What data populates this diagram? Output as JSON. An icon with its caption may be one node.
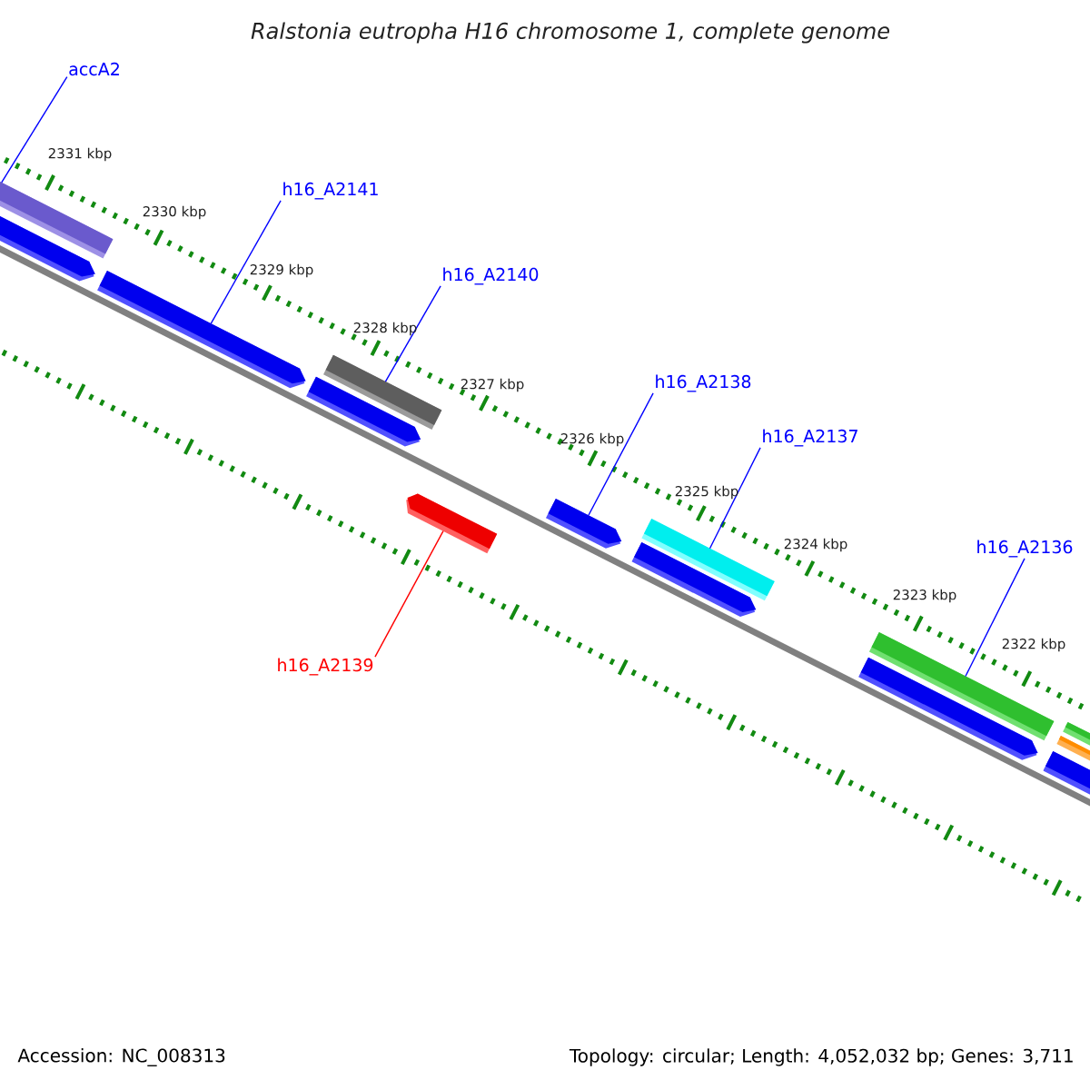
{
  "diagram": {
    "title": "Ralstonia eutropha H16 chromosome 1, complete genome",
    "nodes": [
      {
        "text": [
          "accA2"
        ]
      },
      {
        "text": [
          "h16_A2141"
        ]
      },
      {
        "text": [
          "h16_A2140"
        ]
      },
      {
        "text": [
          "h16_A2138"
        ]
      },
      {
        "text": [
          "h16_A2137"
        ]
      },
      {
        "text": [
          "h16_A2136"
        ]
      },
      {
        "text": [
          "h16_A2139"
        ]
      },
      {
        "text": [],
        "shape": "bar"
      },
      {
        "text": [],
        "shape": "bar"
      },
      {
        "text": [],
        "shape": "bar"
      },
      {
        "text": [],
        "shape": "bar"
      },
      {
        "text": [],
        "shape": "bar"
      },
      {
        "text": [],
        "shape": "bar"
      },
      {
        "text": [],
        "shape": "bar"
      },
      {
        "text": [],
        "shape": "bar"
      },
      {
        "text": [],
        "shape": "bar"
      },
      {
        "text": [],
        "shape": "bar"
      },
      {
        "text": [],
        "shape": "bar"
      },
      {
        "text": [],
        "shape": "bar"
      },
      {
        "text": [],
        "shape": "bar"
      },
      {
        "text": [],
        "shape": "bar"
      }
    ],
    "edges": [
      {
        "from": 0,
        "to": 8,
        "arrow": "none"
      },
      {
        "from": 1,
        "to": 9,
        "arrow": "none"
      },
      {
        "from": 2,
        "to": 11,
        "arrow": "none"
      },
      {
        "from": 3,
        "to": 13,
        "arrow": "none"
      },
      {
        "from": 4,
        "to": 14,
        "arrow": "none"
      },
      {
        "from": 5,
        "to": 16,
        "arrow": "none"
      },
      {
        "from": 6,
        "to": 12,
        "arrow": "none",
        "color": "#ff0000"
      }
    ],
    "labels": [
      "2331 kbp",
      "2330 kbp",
      "2329 kbp",
      "2328 kbp",
      "2327 kbp",
      "2326 kbp",
      "2325 kbp",
      "2324 kbp",
      "2323 kbp",
      "2322 kbp",
      "Accession: NC_008313",
      "Topology: circular; Length: 4,052,032 bp; Genes: 3,711"
    ]
  }
}
